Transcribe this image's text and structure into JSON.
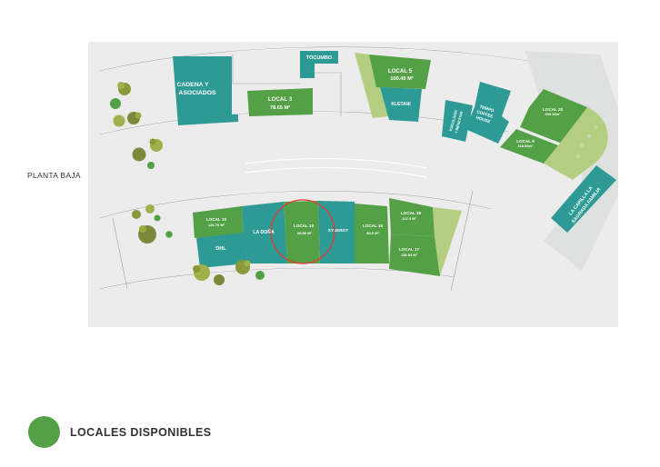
{
  "floor": {
    "name": "PLANTA BAJA"
  },
  "legend": {
    "label": "LOCALES DISPONIBLES"
  },
  "colors": {
    "available": "#54a046",
    "occupied": "#2e9a96",
    "green_area": "#b3ce80",
    "highlight": "#e53935",
    "background": "#ececec",
    "tree": "#7a8a3a"
  },
  "units": {
    "cadena": {
      "name": "CADENA Y",
      "line2": "ASOCIADOS"
    },
    "tocumbo": {
      "name": "TOCUMBO"
    },
    "local3": {
      "name": "LOCAL 3",
      "area": "78.65 M²"
    },
    "local5": {
      "name": "LOCAL 5",
      "area": "100.40 M²"
    },
    "kletani": {
      "name": "KLETANI"
    },
    "psicologia": {
      "name": "PSICOLOGÍA",
      "line2": "Y BIENESTAR"
    },
    "tempo": {
      "name": "TEMPO",
      "line2": "COFFEE",
      "line3": "HOUSE"
    },
    "local20": {
      "name": "LOCAL 20",
      "area": "209.35m²"
    },
    "local9": {
      "name": "LOCAL 9",
      "area": "118.50m²"
    },
    "capilla": {
      "name": "LA CAPILLA LA",
      "line2": "SAGRADA FAMILIA"
    },
    "local10": {
      "name": "LOCAL 10",
      "area": "126.70 M²"
    },
    "dhl": {
      "name": "DHL"
    },
    "ladona": {
      "name": "LA DOÑA"
    },
    "local13": {
      "name": "LOCAL 13",
      "area": "89.50 M²"
    },
    "synergy": {
      "name": "SYNERGY"
    },
    "local15": {
      "name": "LOCAL 15",
      "area": "90.5 M²"
    },
    "local16": {
      "name": "LOCAL 16",
      "area": "147.3 M²"
    },
    "local17": {
      "name": "LOCAL 17",
      "area": "136.94 M²"
    }
  }
}
